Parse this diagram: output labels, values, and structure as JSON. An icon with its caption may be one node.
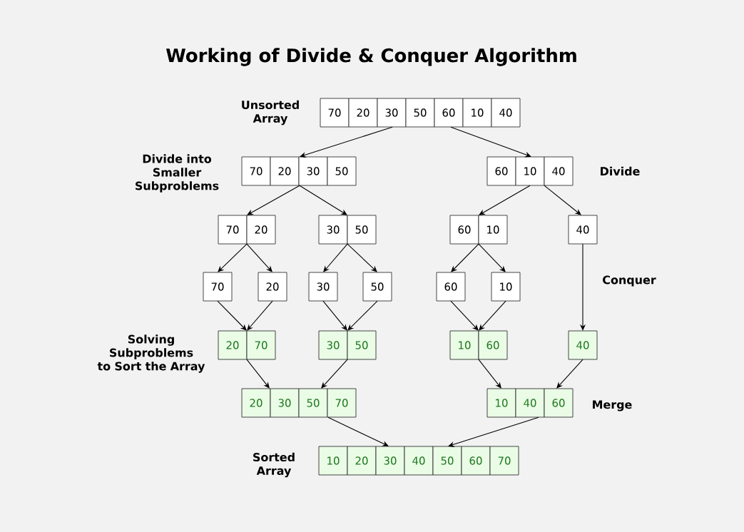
{
  "diagram": {
    "title": "Working of Divide & Conquer Algorithm",
    "nodes": [
      {
        "text": [
          "70",
          "20",
          "30",
          "50",
          "60",
          "10",
          "40"
        ]
      },
      {
        "text": [
          "70",
          "20",
          "30",
          "50"
        ]
      },
      {
        "text": [
          "60",
          "10",
          "40"
        ]
      },
      {
        "text": [
          "70",
          "20"
        ]
      },
      {
        "text": [
          "30",
          "50"
        ]
      },
      {
        "text": [
          "60",
          "10"
        ]
      },
      {
        "text": [
          "40"
        ]
      },
      {
        "text": [
          "70"
        ]
      },
      {
        "text": [
          "20"
        ]
      },
      {
        "text": [
          "30"
        ]
      },
      {
        "text": [
          "50"
        ]
      },
      {
        "text": [
          "60"
        ]
      },
      {
        "text": [
          "10"
        ]
      },
      {
        "text": [
          "20",
          "70"
        ]
      },
      {
        "text": [
          "30",
          "50"
        ]
      },
      {
        "text": [
          "10",
          "60"
        ]
      },
      {
        "text": [
          "40"
        ]
      },
      {
        "text": [
          "20",
          "30",
          "50",
          "70"
        ]
      },
      {
        "text": [
          "10",
          "40",
          "60"
        ]
      },
      {
        "text": [
          "10",
          "20",
          "30",
          "40",
          "50",
          "60",
          "70"
        ]
      }
    ],
    "edges": [
      {
        "from": 0,
        "to": 1,
        "arrow": "to"
      },
      {
        "from": 0,
        "to": 2,
        "arrow": "to"
      },
      {
        "from": 1,
        "to": 3,
        "arrow": "to"
      },
      {
        "from": 1,
        "to": 4,
        "arrow": "to"
      },
      {
        "from": 2,
        "to": 5,
        "arrow": "to"
      },
      {
        "from": 2,
        "to": 6,
        "arrow": "to"
      },
      {
        "from": 3,
        "to": 7,
        "arrow": "to"
      },
      {
        "from": 3,
        "to": 8,
        "arrow": "to"
      },
      {
        "from": 4,
        "to": 9,
        "arrow": "to"
      },
      {
        "from": 4,
        "to": 10,
        "arrow": "to"
      },
      {
        "from": 5,
        "to": 11,
        "arrow": "to"
      },
      {
        "from": 5,
        "to": 12,
        "arrow": "to"
      },
      {
        "from": 7,
        "to": 13,
        "arrow": "to"
      },
      {
        "from": 8,
        "to": 13,
        "arrow": "to"
      },
      {
        "from": 9,
        "to": 14,
        "arrow": "to"
      },
      {
        "from": 10,
        "to": 14,
        "arrow": "to"
      },
      {
        "from": 11,
        "to": 15,
        "arrow": "to"
      },
      {
        "from": 12,
        "to": 15,
        "arrow": "to"
      },
      {
        "from": 6,
        "to": 16,
        "arrow": "to"
      },
      {
        "from": 13,
        "to": 17,
        "arrow": "to"
      },
      {
        "from": 14,
        "to": 17,
        "arrow": "to"
      },
      {
        "from": 15,
        "to": 18,
        "arrow": "to"
      },
      {
        "from": 16,
        "to": 18,
        "arrow": "to"
      },
      {
        "from": 17,
        "to": 19,
        "arrow": "to"
      },
      {
        "from": 18,
        "to": 19,
        "arrow": "to"
      }
    ],
    "labels": [
      "Unsorted Array",
      "Divide into Smaller Subproblems",
      "Divide",
      "Conquer",
      "Solving Subproblems to Sort the Array",
      "Merge",
      "Sorted Array"
    ]
  }
}
